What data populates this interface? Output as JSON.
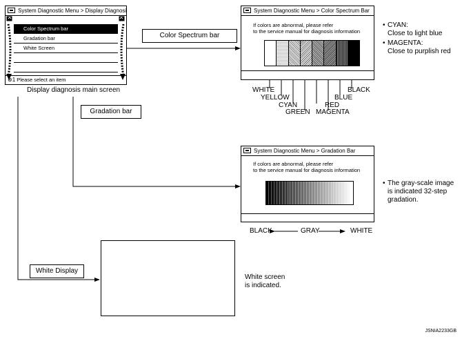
{
  "main_screen": {
    "title": "System Diagnostic Menu > Display Diagnosis",
    "menu_items": [
      "Color Spectrum bar",
      "Gradation bar",
      "White Screen"
    ],
    "selected_index": 0,
    "status": "Please select an item",
    "caption": "Display diagnosis main screen"
  },
  "labels": {
    "color_spectrum": "Color Spectrum bar",
    "gradation": "Gradation bar",
    "white_display": "White Display"
  },
  "spectrum_screen": {
    "title": "System Diagnostic Menu > Color Spectrum Bar",
    "message_line1": "If colors are abnormal, please refer",
    "message_line2": "to the service manual for diagnosis information",
    "colors": [
      "WHITE",
      "YELLOW",
      "CYAN",
      "GREEN",
      "RED",
      "MAGENTA",
      "BLUE",
      "BLACK"
    ],
    "notes": [
      {
        "name": "CYAN:",
        "desc": "Close to light blue"
      },
      {
        "name": "MAGENTA:",
        "desc": "Close to purplish red"
      }
    ]
  },
  "gradation_screen": {
    "title": "System Diagnostic Menu > Gradation Bar",
    "message_line1": "If colors are abnormal, please refer",
    "message_line2": "to the service manual for diagnosis information",
    "steps": 32,
    "scale_black": "BLACK",
    "scale_gray": "GRAY",
    "scale_white": "WHITE",
    "note_line1": "The gray-scale image",
    "note_line2": "is indicated 32-step",
    "note_line3": "gradation."
  },
  "white_screen": {
    "note_line1": "White screen",
    "note_line2": "is indicated."
  },
  "figure_id": "JSNIA2233GB"
}
